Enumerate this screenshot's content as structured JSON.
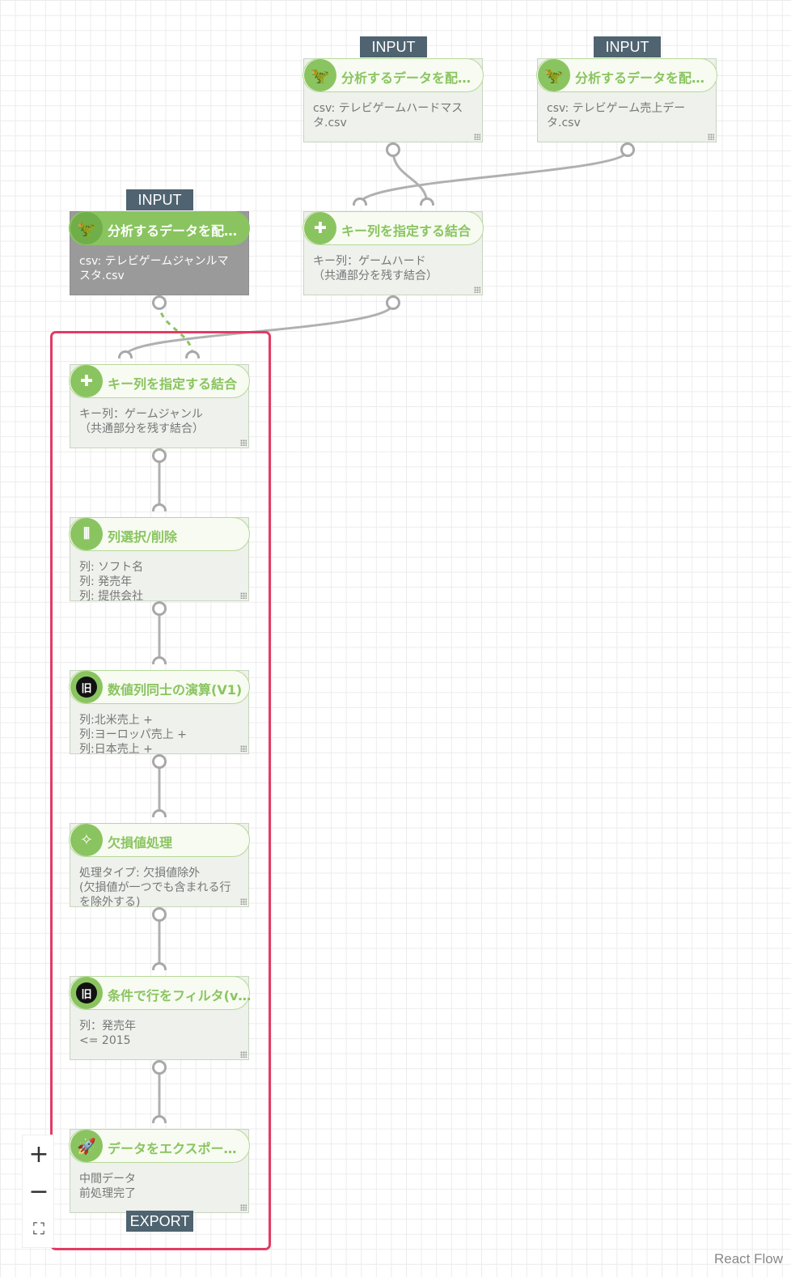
{
  "flow": {
    "tags": {
      "input": "INPUT",
      "export": "EXPORT"
    },
    "nodes": {
      "input_hard": {
        "title": "分析するデータを配…",
        "lines": [
          "csv: テレビゲームハードマス",
          "タ.csv"
        ],
        "icon": "dinosaur-icon"
      },
      "input_sales": {
        "title": "分析するデータを配…",
        "lines": [
          "csv: テレビゲーム売上デー",
          "タ.csv"
        ],
        "icon": "dinosaur-icon"
      },
      "input_genre": {
        "title": "分析するデータを配…",
        "lines": [
          "csv: テレビゲームジャンルマ",
          "スタ.csv"
        ],
        "icon": "dinosaur-icon"
      },
      "join_hard": {
        "title": "キー列を指定する結合",
        "lines": [
          "キー列：ゲームハード",
          "（共通部分を残す結合）"
        ],
        "icon": "puzzle-icon"
      },
      "join_genre": {
        "title": "キー列を指定する結合",
        "lines": [
          "キー列：ゲームジャンル",
          "（共通部分を残す結合）"
        ],
        "icon": "puzzle-icon"
      },
      "select_columns": {
        "title": "列選択/削除",
        "lines": [
          "列: ソフト名",
          "列: 発売年",
          "列: 提供会社"
        ],
        "icon": "columns-icon"
      },
      "numeric_calc": {
        "title": "数値列同士の演算(V1)",
        "lines": [
          "列:北米売上 +",
          "列:ヨーロッパ売上 +",
          "列:日本売上 +"
        ],
        "icon": "legacy-badge-icon",
        "badge": "旧"
      },
      "missing_values": {
        "title": "欠損値処理",
        "lines": [
          "処理タイプ: 欠損値除外",
          "(欠損値が一つでも含まれる行",
          "を除外する)"
        ],
        "icon": "sparkle-file-icon"
      },
      "filter_rows": {
        "title": "条件で行をフィルタ(v…",
        "lines": [
          "列：発売年",
          "<= 2015"
        ],
        "icon": "legacy-badge-icon",
        "badge": "旧"
      },
      "export_data": {
        "title": "データをエクスポー…",
        "lines": [
          "中間データ",
          "前処理完了"
        ],
        "icon": "rocket-icon"
      }
    }
  },
  "controls": {
    "zoom_in": "+",
    "zoom_out": "−",
    "fit_view": "⛶"
  },
  "attribution": "React Flow",
  "colors": {
    "accent": "#8ac460",
    "highlight": "#e23c64",
    "tag_bg": "#4f6370"
  }
}
